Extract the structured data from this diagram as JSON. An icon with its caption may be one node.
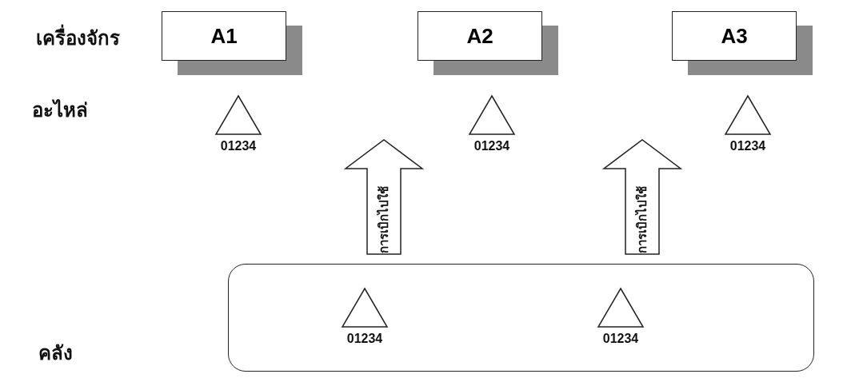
{
  "diagram": {
    "nodes": [
      {
        "text": [
          "A1"
        ]
      },
      {
        "text": [
          "A2"
        ]
      },
      {
        "text": [
          "A3"
        ]
      },
      {
        "text": [],
        "shape": "triangle",
        "beside": [
          "01234"
        ]
      },
      {
        "text": [],
        "shape": "triangle",
        "beside": [
          "01234"
        ]
      },
      {
        "text": [],
        "shape": "triangle",
        "beside": [
          "01234"
        ]
      },
      {
        "text": [],
        "shape": "box"
      },
      {
        "text": [],
        "shape": "triangle",
        "beside": [
          "01234"
        ],
        "in": 6
      },
      {
        "text": [],
        "shape": "triangle",
        "beside": [
          "01234"
        ],
        "in": 6
      }
    ],
    "edges": [
      {
        "from": 6,
        "to": null,
        "arrow": "to",
        "label": "การเบิกไปใช้"
      },
      {
        "from": 6,
        "to": null,
        "arrow": "to",
        "label": "การเบิกไปใช้"
      }
    ],
    "labels": [
      "เครื่องจักร",
      "อะไหล่",
      "คลัง"
    ]
  }
}
